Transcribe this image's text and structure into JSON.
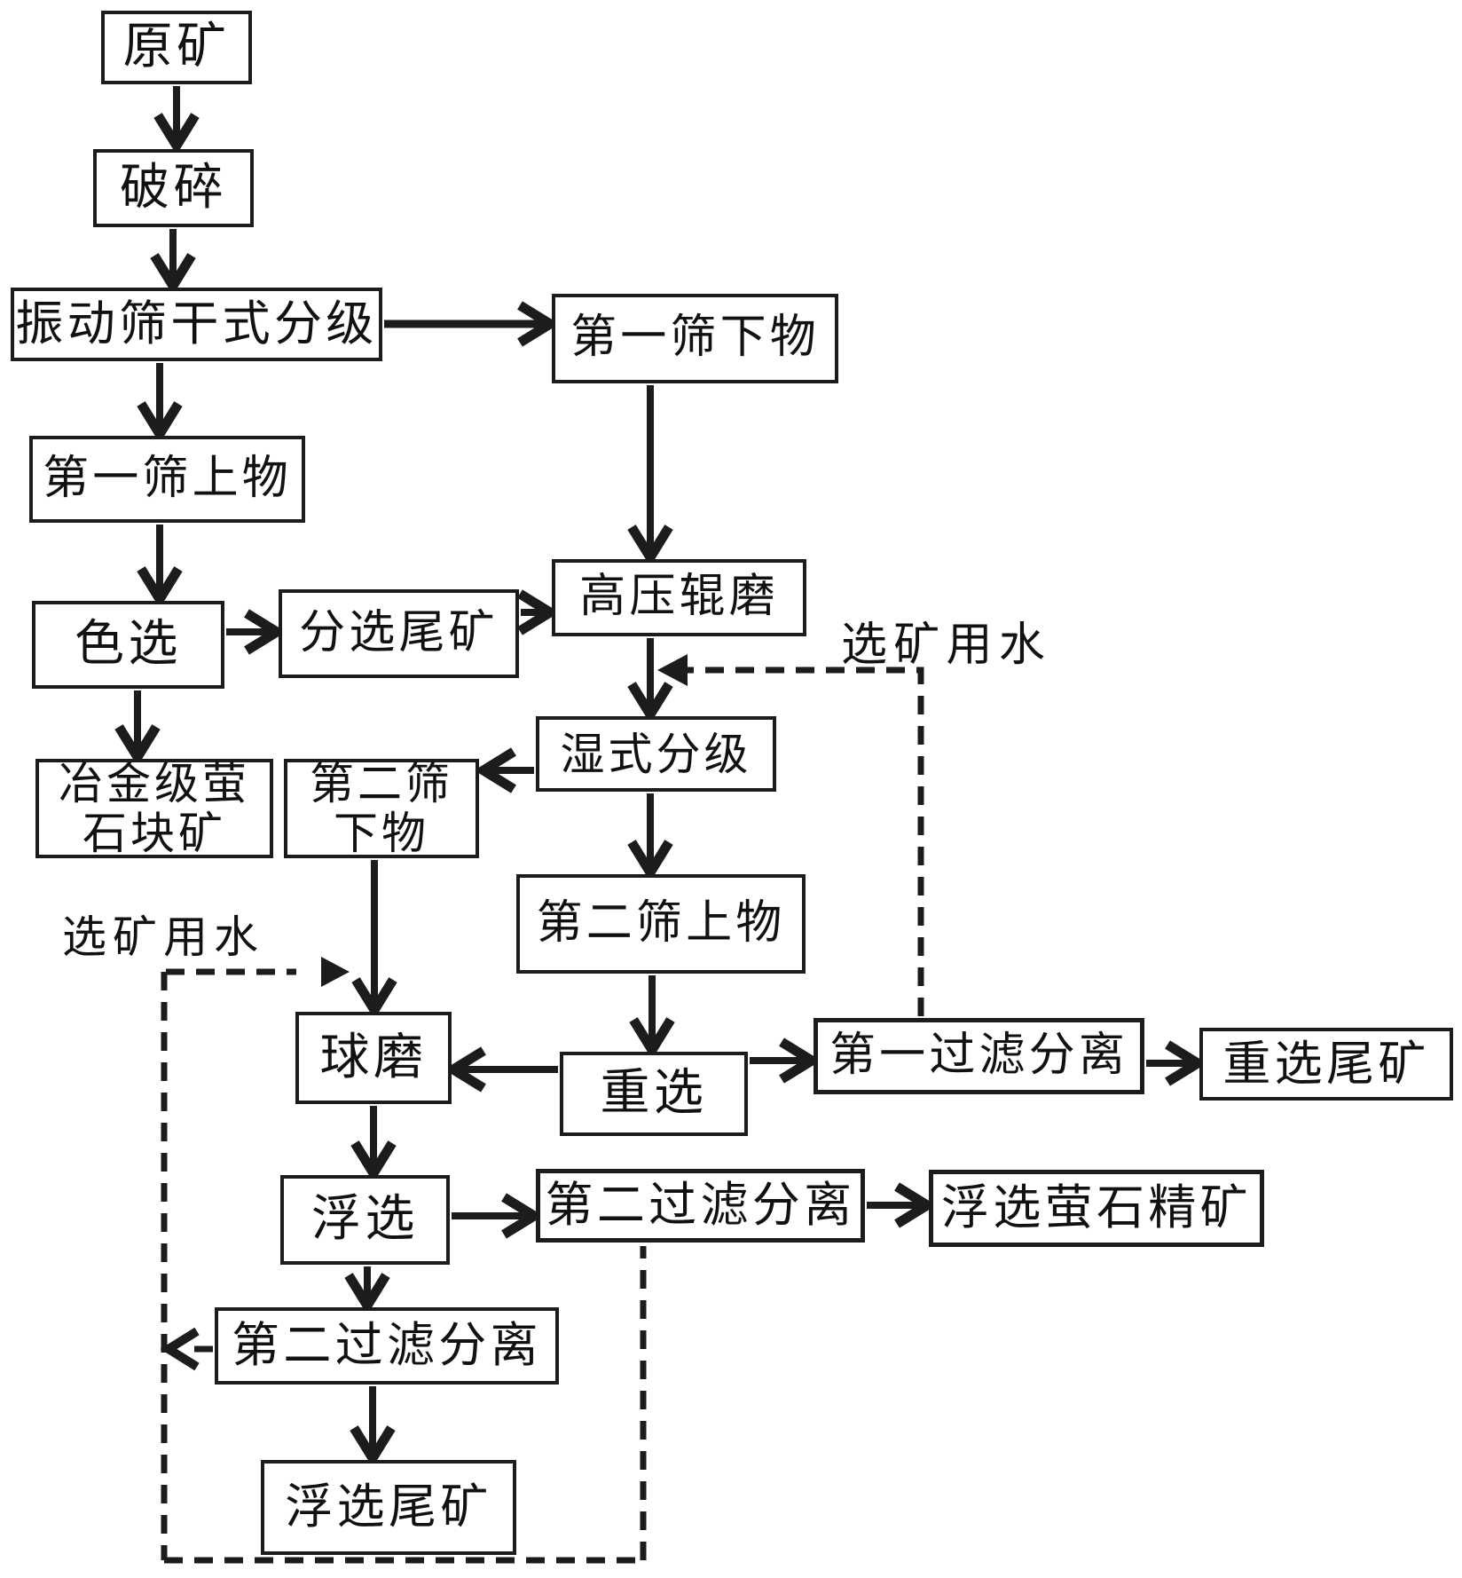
{
  "diagram": {
    "type": "process-flowchart",
    "language": "zh-CN",
    "colors": {
      "line": "#1c1c1c",
      "background": "#ffffff",
      "text": "#111111"
    },
    "nodes": {
      "raw_ore": {
        "label": "原矿"
      },
      "crushing": {
        "label": "破碎"
      },
      "vibrating_screen_dry_classification": {
        "label": "振动筛干式分级"
      },
      "first_screen_undersize": {
        "label": "第一筛下物"
      },
      "first_screen_oversize": {
        "label": "第一筛上物"
      },
      "color_sorting": {
        "label": "色选"
      },
      "sorting_tailings": {
        "label": "分选尾矿"
      },
      "high_pressure_roller_mill": {
        "label": "高压辊磨"
      },
      "metallurgical_fluorite_lump": {
        "line1": "冶金级萤",
        "line2": "石块矿"
      },
      "second_screen_undersize": {
        "line1": "第二筛",
        "line2": "下物"
      },
      "wet_classification": {
        "label": "湿式分级"
      },
      "second_screen_oversize": {
        "label": "第二筛上物"
      },
      "ball_mill": {
        "label": "球磨"
      },
      "gravity_separation": {
        "label": "重选"
      },
      "first_filtration": {
        "label": "第一过滤分离"
      },
      "gravity_tailings": {
        "label": "重选尾矿"
      },
      "flotation": {
        "label": "浮选"
      },
      "second_filtration_right": {
        "label": "第二过滤分离"
      },
      "flotation_fluorite_concentrate": {
        "label": "浮选萤石精矿"
      },
      "second_filtration_bottom": {
        "label": "第二过滤分离"
      },
      "flotation_tailings": {
        "label": "浮选尾矿"
      }
    },
    "water_labels": {
      "left": "选矿用水",
      "right": "选矿用水"
    },
    "edges_solid": [
      "原矿→破碎",
      "破碎→振动筛干式分级",
      "振动筛干式分级→第一筛下物",
      "振动筛干式分级→第一筛上物",
      "第一筛上物→色选",
      "色选→分选尾矿",
      "分选尾矿→高压辊磨",
      "第一筛下物→高压辊磨",
      "色选→冶金级萤石块矿",
      "高压辊磨→湿式分级",
      "湿式分级→第二筛下物",
      "湿式分级→第二筛上物",
      "第二筛下物→球磨",
      "第二筛上物→重选",
      "重选→球磨",
      "重选→第一过滤分离",
      "第一过滤分离→重选尾矿",
      "球磨→浮选",
      "浮选→第二过滤分离",
      "第二过滤分离→浮选萤石精矿",
      "浮选→第二过滤分离(下)",
      "第二过滤分离(下)→浮选尾矿"
    ],
    "edges_dashed": [
      "第一过滤分离→选矿用水→高压辊磨-湿式分级",
      "第二过滤分离(下)→选矿用水→球磨",
      "第二过滤分离(右)→选矿用水→球磨"
    ]
  }
}
